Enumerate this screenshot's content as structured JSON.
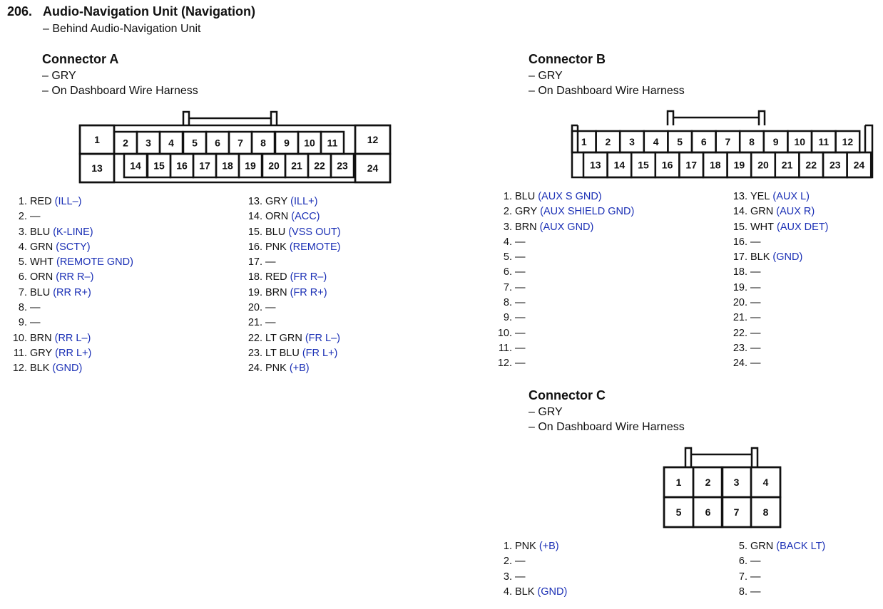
{
  "header": {
    "number": "206.",
    "title": "Audio-Navigation Unit (Navigation)",
    "location": "– Behind Audio-Navigation Unit"
  },
  "connectors": [
    {
      "name": "Connector A",
      "color": "– GRY",
      "harness": "– On Dashboard Wire Harness",
      "pins_left": [
        {
          "n": "1.",
          "c": "RED",
          "f": "(ILL–)"
        },
        {
          "n": "2.",
          "c": "—",
          "f": ""
        },
        {
          "n": "3.",
          "c": "BLU",
          "f": "(K-LINE)"
        },
        {
          "n": "4.",
          "c": "GRN",
          "f": "(SCTY)"
        },
        {
          "n": "5.",
          "c": "WHT",
          "f": "(REMOTE GND)"
        },
        {
          "n": "6.",
          "c": "ORN",
          "f": "(RR R–)"
        },
        {
          "n": "7.",
          "c": "BLU",
          "f": "(RR R+)"
        },
        {
          "n": "8.",
          "c": "—",
          "f": ""
        },
        {
          "n": "9.",
          "c": "—",
          "f": ""
        },
        {
          "n": "10.",
          "c": "BRN",
          "f": "(RR L–)"
        },
        {
          "n": "11.",
          "c": "GRY",
          "f": "(RR L+)"
        },
        {
          "n": "12.",
          "c": "BLK",
          "f": "(GND)"
        }
      ],
      "pins_right": [
        {
          "n": "13.",
          "c": "GRY",
          "f": "(ILL+)"
        },
        {
          "n": "14.",
          "c": "ORN",
          "f": "(ACC)"
        },
        {
          "n": "15.",
          "c": "BLU",
          "f": "(VSS OUT)"
        },
        {
          "n": "16.",
          "c": "PNK",
          "f": "(REMOTE)"
        },
        {
          "n": "17.",
          "c": "—",
          "f": ""
        },
        {
          "n": "18.",
          "c": "RED",
          "f": "(FR R–)"
        },
        {
          "n": "19.",
          "c": "BRN",
          "f": "(FR R+)"
        },
        {
          "n": "20.",
          "c": "—",
          "f": ""
        },
        {
          "n": "21.",
          "c": "—",
          "f": ""
        },
        {
          "n": "22.",
          "c": "LT GRN",
          "f": "(FR L–)"
        },
        {
          "n": "23.",
          "c": "LT BLU",
          "f": "(FR L+)"
        },
        {
          "n": "24.",
          "c": "PNK",
          "f": "(+B)"
        }
      ]
    },
    {
      "name": "Connector B",
      "color": "– GRY",
      "harness": "– On Dashboard Wire Harness",
      "pins_left": [
        {
          "n": "1.",
          "c": "BLU",
          "f": "(AUX S GND)"
        },
        {
          "n": "2.",
          "c": "GRY",
          "f": "(AUX SHIELD GND)"
        },
        {
          "n": "3.",
          "c": "BRN",
          "f": "(AUX GND)"
        },
        {
          "n": "4.",
          "c": "—",
          "f": ""
        },
        {
          "n": "5.",
          "c": "—",
          "f": ""
        },
        {
          "n": "6.",
          "c": "—",
          "f": ""
        },
        {
          "n": "7.",
          "c": "—",
          "f": ""
        },
        {
          "n": "8.",
          "c": "—",
          "f": ""
        },
        {
          "n": "9.",
          "c": "—",
          "f": ""
        },
        {
          "n": "10.",
          "c": "—",
          "f": ""
        },
        {
          "n": "11.",
          "c": "—",
          "f": ""
        },
        {
          "n": "12.",
          "c": "—",
          "f": ""
        }
      ],
      "pins_right": [
        {
          "n": "13.",
          "c": "YEL",
          "f": "(AUX L)"
        },
        {
          "n": "14.",
          "c": "GRN",
          "f": "(AUX R)"
        },
        {
          "n": "15.",
          "c": "WHT",
          "f": "(AUX DET)"
        },
        {
          "n": "16.",
          "c": "—",
          "f": ""
        },
        {
          "n": "17.",
          "c": "BLK",
          "f": "(GND)"
        },
        {
          "n": "18.",
          "c": "—",
          "f": ""
        },
        {
          "n": "19.",
          "c": "—",
          "f": ""
        },
        {
          "n": "20.",
          "c": "—",
          "f": ""
        },
        {
          "n": "21.",
          "c": "—",
          "f": ""
        },
        {
          "n": "22.",
          "c": "—",
          "f": ""
        },
        {
          "n": "23.",
          "c": "—",
          "f": ""
        },
        {
          "n": "24.",
          "c": "—",
          "f": ""
        }
      ]
    },
    {
      "name": "Connector C",
      "color": "– GRY",
      "harness": "– On Dashboard Wire Harness",
      "pins_left": [
        {
          "n": "1.",
          "c": "PNK",
          "f": "(+B)"
        },
        {
          "n": "2.",
          "c": "—",
          "f": ""
        },
        {
          "n": "3.",
          "c": "—",
          "f": ""
        },
        {
          "n": "4.",
          "c": "BLK",
          "f": "(GND)"
        }
      ],
      "pins_right": [
        {
          "n": "5.",
          "c": "GRN",
          "f": "(BACK LT)"
        },
        {
          "n": "6.",
          "c": "—",
          "f": ""
        },
        {
          "n": "7.",
          "c": "—",
          "f": ""
        },
        {
          "n": "8.",
          "c": "—",
          "f": ""
        }
      ]
    }
  ],
  "diagram_labels": {
    "a_top": [
      "1",
      "2",
      "3",
      "4",
      "5",
      "6",
      "7",
      "8",
      "9",
      "10",
      "11",
      "12"
    ],
    "a_bottom": [
      "13",
      "14",
      "15",
      "16",
      "17",
      "18",
      "19",
      "20",
      "21",
      "22",
      "23",
      "24"
    ],
    "b_top": [
      "1",
      "2",
      "3",
      "4",
      "5",
      "6",
      "7",
      "8",
      "9",
      "10",
      "11",
      "12"
    ],
    "b_bottom": [
      "13",
      "14",
      "15",
      "16",
      "17",
      "18",
      "19",
      "20",
      "21",
      "22",
      "23",
      "24"
    ],
    "c_top": [
      "1",
      "2",
      "3",
      "4"
    ],
    "c_bottom": [
      "5",
      "6",
      "7",
      "8"
    ]
  },
  "colors": {
    "function_text": "#1a2fb5",
    "text": "#111111"
  }
}
